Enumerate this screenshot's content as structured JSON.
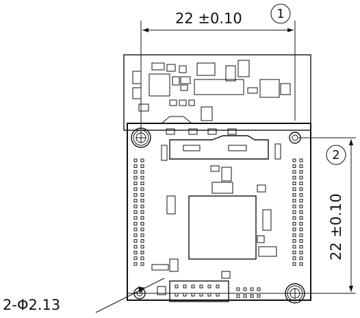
{
  "dimensions": {
    "horizontal": {
      "text": "22 ±0.10",
      "callout": "1"
    },
    "vertical": {
      "text": "22 ±0.10",
      "callout": "2"
    },
    "holes": {
      "text": "2-Φ2.13"
    }
  },
  "colors": {
    "line": "#111111",
    "background": "#ffffff"
  }
}
